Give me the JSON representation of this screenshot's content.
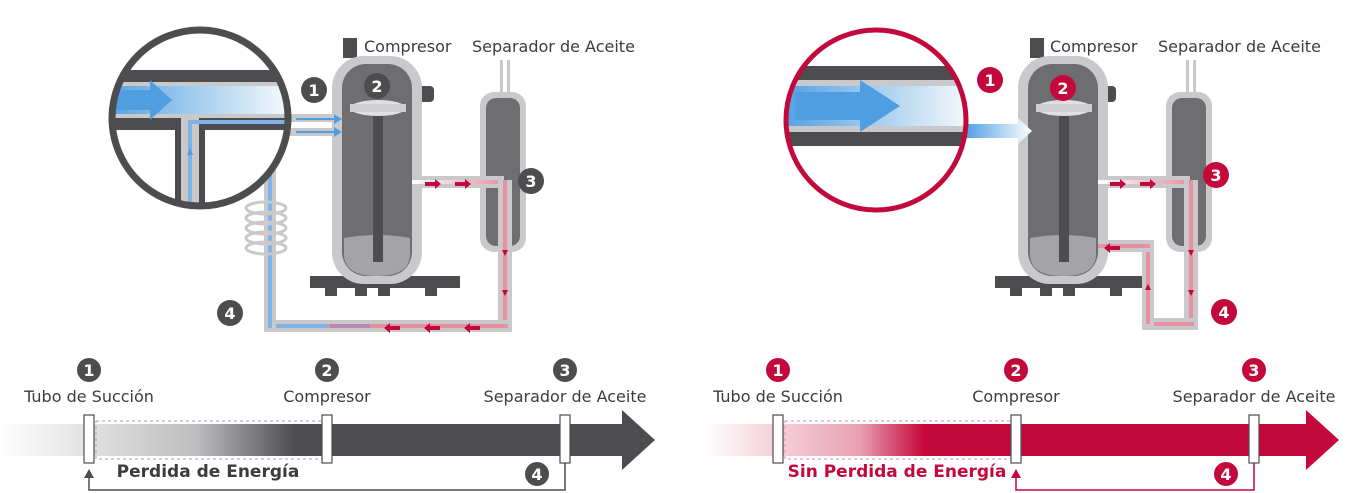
{
  "left_panel": {
    "labels": {
      "compressor": "Compresor",
      "oil_separator": "Separador de Aceite"
    },
    "markers": [
      "1",
      "2",
      "3",
      "4"
    ],
    "timeline": {
      "stages": [
        "Tubo de Succión",
        "Compresor",
        "Separador de Aceite"
      ],
      "markers": [
        "1",
        "2",
        "3"
      ],
      "return_marker": "4",
      "caption": "Perdida de Energía"
    }
  },
  "right_panel": {
    "labels": {
      "compressor": "Compresor",
      "oil_separator": "Separador de Aceite"
    },
    "markers": [
      "1",
      "2",
      "3",
      "4"
    ],
    "timeline": {
      "stages": [
        "Tubo de Succión",
        "Compresor",
        "Separador de Aceite"
      ],
      "markers": [
        "1",
        "2",
        "3"
      ],
      "return_marker": "4",
      "caption": "Sin Perdida de Energía"
    }
  },
  "colors": {
    "dark_gray": "#4d4d4f",
    "mid_gray": "#6e6e70",
    "light_gray": "#c9c9cb",
    "crimson": "#c3093b",
    "blue": "#4f9fe0"
  }
}
